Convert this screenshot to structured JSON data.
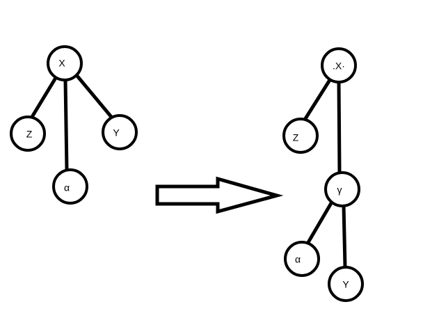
{
  "colors": {
    "stroke": "#000000",
    "background": "#ffffff"
  },
  "left_tree": {
    "nodes": [
      {
        "id": "X",
        "label": "X"
      },
      {
        "id": "Z",
        "label": "Z"
      },
      {
        "id": "alpha",
        "label": "α"
      },
      {
        "id": "Y",
        "label": "Y"
      }
    ],
    "edges": [
      {
        "from": "X",
        "to": "Z"
      },
      {
        "from": "X",
        "to": "alpha"
      },
      {
        "from": "X",
        "to": "Y"
      }
    ]
  },
  "transform_arrow": {
    "direction": "right",
    "style": "outlined"
  },
  "right_tree": {
    "nodes": [
      {
        "id": "X",
        "label": ".X·"
      },
      {
        "id": "Z",
        "label": "Z"
      },
      {
        "id": "gamma",
        "label": "γ"
      },
      {
        "id": "alpha",
        "label": "α"
      },
      {
        "id": "Y",
        "label": "Y"
      }
    ],
    "edges": [
      {
        "from": "X",
        "to": "Z"
      },
      {
        "from": "X",
        "to": "gamma"
      },
      {
        "from": "gamma",
        "to": "alpha"
      },
      {
        "from": "gamma",
        "to": "Y"
      }
    ]
  }
}
